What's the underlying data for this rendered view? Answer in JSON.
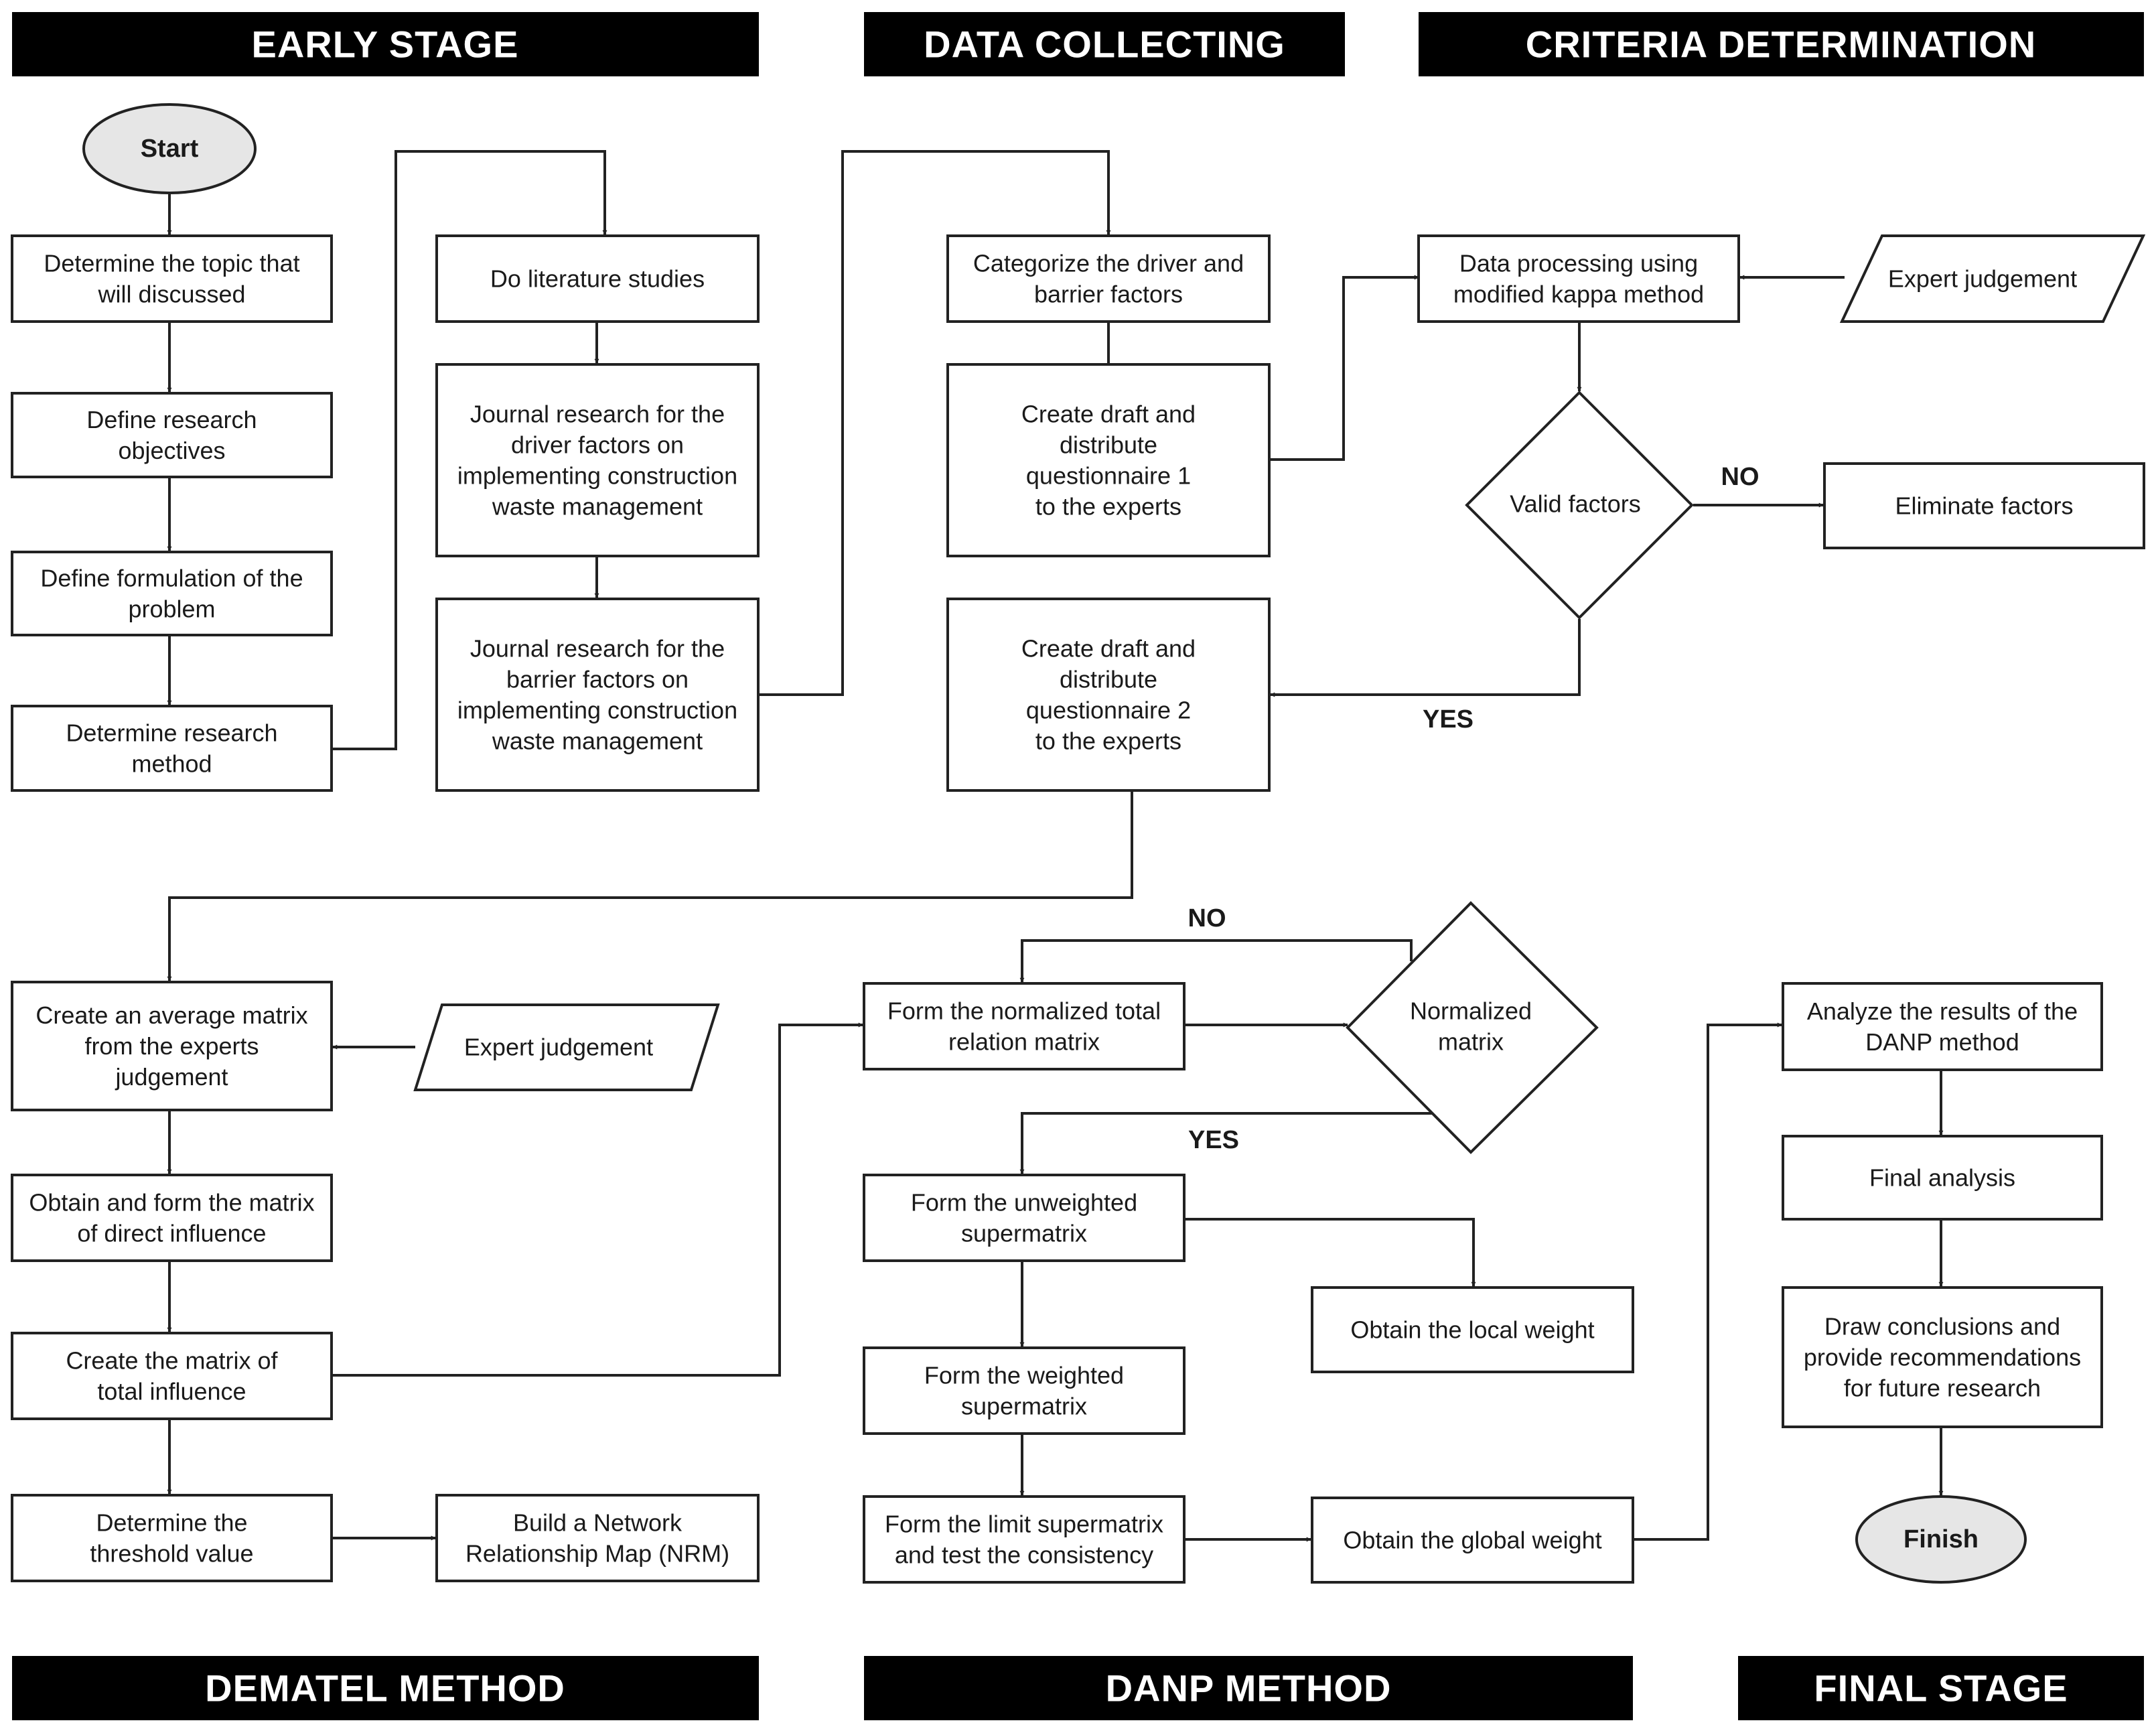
{
  "headers": {
    "early_stage": "EARLY STAGE",
    "data_collecting": "DATA COLLECTING",
    "criteria_determination": "CRITERIA DETERMINATION",
    "dematel_method": "DEMATEL METHOD",
    "danp_method": "DANP METHOD",
    "final_stage": "FINAL STAGE"
  },
  "nodes": {
    "start": "Start",
    "topic": [
      "Determine the topic that",
      "will discussed"
    ],
    "objectives": [
      "Define research",
      "objectives"
    ],
    "formulation": [
      "Define formulation of the",
      "problem"
    ],
    "method": [
      "Determine research",
      "method"
    ],
    "literature": [
      "Do literature studies"
    ],
    "journal_driver": [
      "Journal research for the",
      "driver factors on",
      "implementing construction",
      "waste management"
    ],
    "journal_barrier": [
      "Journal research for the",
      "barrier factors on",
      "implementing construction",
      "waste management"
    ],
    "categorize": [
      "Categorize the driver and",
      "barrier factors"
    ],
    "questionnaire1": [
      "Create draft and",
      "distribute",
      "questionnaire 1",
      "to the experts"
    ],
    "questionnaire2": [
      "Create draft and",
      "distribute",
      "questionnaire 2",
      "to the experts"
    ],
    "kappa": [
      "Data processing using",
      "modified kappa method"
    ],
    "expert_judgement_1": [
      "Expert judgement"
    ],
    "valid_factors": [
      "Valid factors"
    ],
    "eliminate": [
      "Eliminate factors"
    ],
    "average_matrix": [
      "Create an average matrix",
      "from the experts",
      "judgement"
    ],
    "expert_judgement_2": [
      "Expert judgement"
    ],
    "direct_influence": [
      "Obtain and form the matrix",
      "of direct influence"
    ],
    "total_influence": [
      "Create the matrix of",
      "total influence"
    ],
    "threshold": [
      "Determine the",
      "threshold value"
    ],
    "nrm": [
      "Build a Network",
      "Relationship Map (NRM)"
    ],
    "normalized_total": [
      "Form the normalized total",
      "relation matrix"
    ],
    "normalized_matrix": [
      "Normalized",
      "matrix"
    ],
    "unweighted": [
      "Form the unweighted",
      "supermatrix"
    ],
    "local_weight": [
      "Obtain the local weight"
    ],
    "weighted": [
      "Form the weighted",
      "supermatrix"
    ],
    "limit": [
      "Form the limit supermatrix",
      "and test the consistency"
    ],
    "global_weight": [
      "Obtain the global weight"
    ],
    "analyze": [
      "Analyze the results of the",
      "DANP method"
    ],
    "final_analysis": [
      "Final analysis"
    ],
    "conclusions": [
      "Draw conclusions and",
      "provide recommendations",
      "for future research"
    ],
    "finish": "Finish"
  },
  "branch_labels": {
    "valid_no": "NO",
    "valid_yes": "YES",
    "normalized_no": "NO",
    "normalized_yes": "YES"
  }
}
